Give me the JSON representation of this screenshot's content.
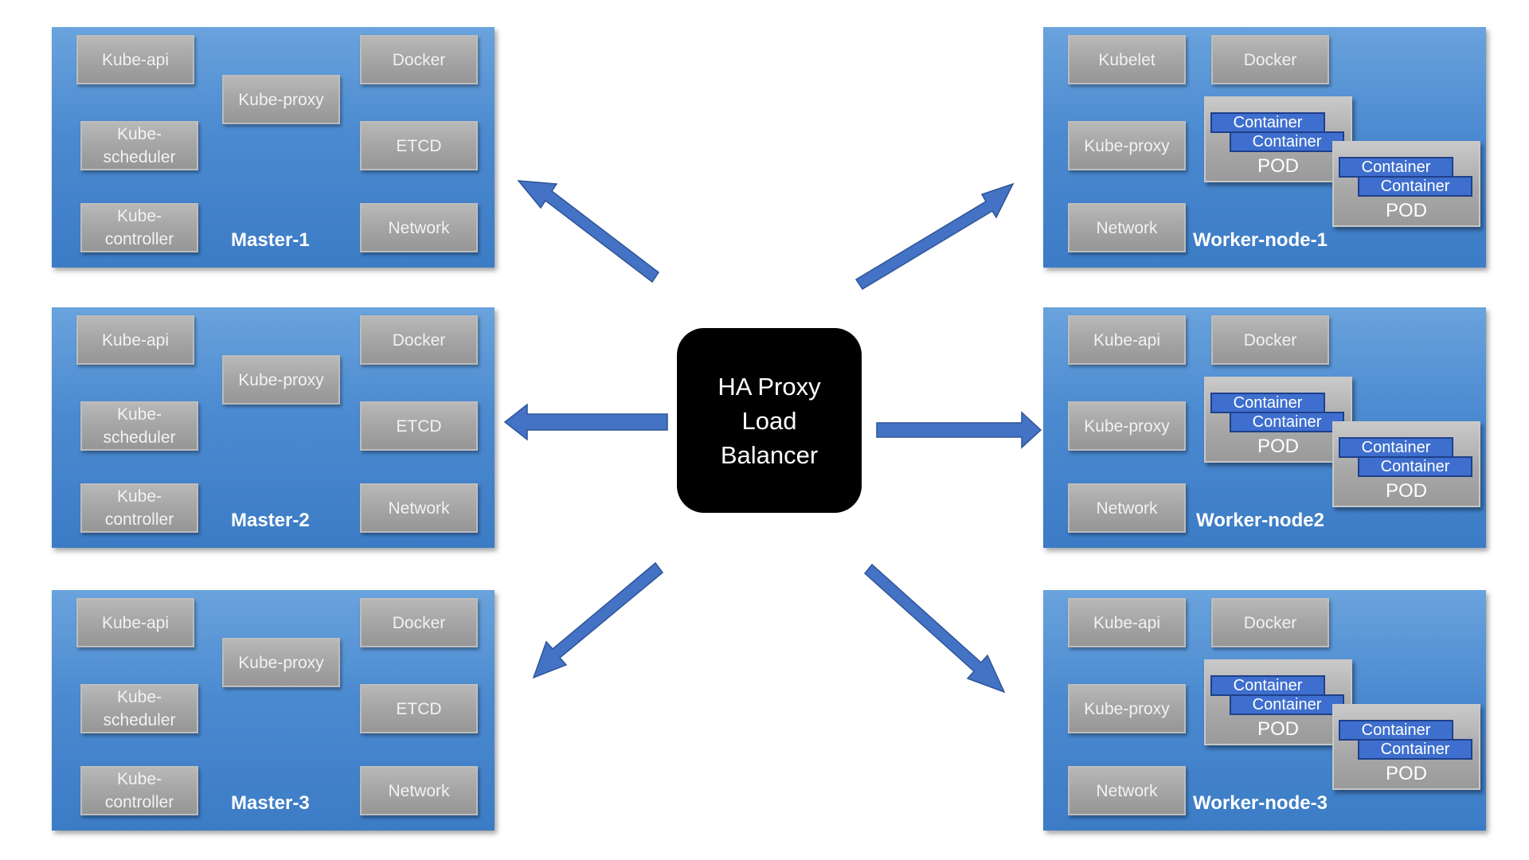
{
  "load_balancer": {
    "lines": [
      "HA Proxy",
      "Load",
      "Balancer"
    ]
  },
  "masters": [
    {
      "title": "Master-1",
      "components": [
        "Kube-api",
        "Kube-proxy",
        "Docker",
        "Kube-\nscheduler",
        "ETCD",
        "Kube-\ncontroller",
        "Network"
      ]
    },
    {
      "title": "Master-2",
      "components": [
        "Kube-api",
        "Kube-proxy",
        "Docker",
        "Kube-\nscheduler",
        "ETCD",
        "Kube-\ncontroller",
        "Network"
      ]
    },
    {
      "title": "Master-3",
      "components": [
        "Kube-api",
        "Kube-proxy",
        "Docker",
        "Kube-\nscheduler",
        "ETCD",
        "Kube-\ncontroller",
        "Network"
      ]
    }
  ],
  "workers": [
    {
      "title": "Worker-node-1",
      "components": [
        "Kubelet",
        "Docker",
        "Kube-proxy",
        "Network"
      ],
      "pods": [
        {
          "containers": [
            "Container",
            "Container"
          ],
          "label": "POD"
        },
        {
          "containers": [
            "Container",
            "Container"
          ],
          "label": "POD"
        }
      ]
    },
    {
      "title": "Worker-node2",
      "components": [
        "Kube-api",
        "Docker",
        "Kube-proxy",
        "Network"
      ],
      "pods": [
        {
          "containers": [
            "Container",
            "Container"
          ],
          "label": "POD"
        },
        {
          "containers": [
            "Container",
            "Container"
          ],
          "label": "POD"
        }
      ]
    },
    {
      "title": "Worker-node-3",
      "components": [
        "Kube-api",
        "Docker",
        "Kube-proxy",
        "Network"
      ],
      "pods": [
        {
          "containers": [
            "Container",
            "Container"
          ],
          "label": "POD"
        },
        {
          "containers": [
            "Container",
            "Container"
          ],
          "label": "POD"
        }
      ]
    }
  ],
  "colors": {
    "panel": "#4b8ad0",
    "arrow": "#4472c4",
    "container": "#3e6fce",
    "load_balancer": "#000000"
  }
}
